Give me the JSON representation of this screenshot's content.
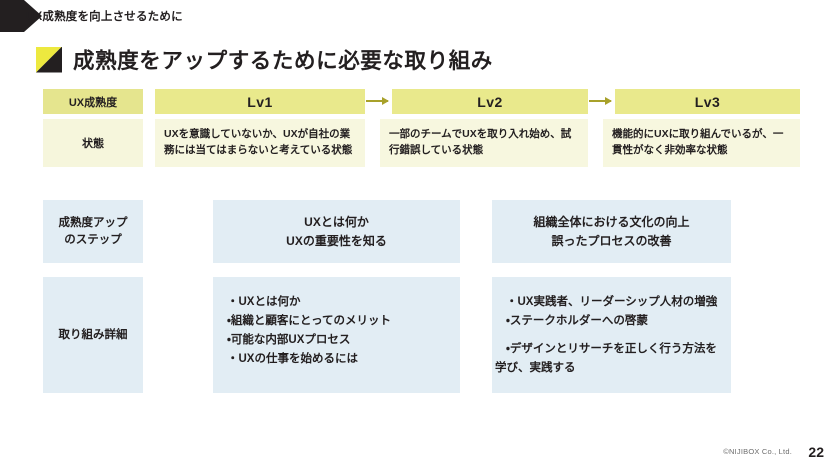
{
  "slide": {
    "eyebrow": "UX成熟度を向上させるために",
    "title": "成熟度をアップするために必要な取り組み",
    "copyright": "©NIJIBOX Co., Ltd.",
    "page_number": "22"
  },
  "row_labels": {
    "maturity": "UX成熟度",
    "state": "状態",
    "steps": "成熟度アップ\nのステップ",
    "steps_line1": "成熟度アップ",
    "steps_line2": "のステップ",
    "details": "取り組み詳細"
  },
  "levels": [
    {
      "header": "Lv1",
      "state": "UXを意識していないか、UXが自社の業務には当てはまらないと考えている状態"
    },
    {
      "header": "Lv2",
      "state": "一部のチームでUXを取り入れ始め、試行錯誤している状態"
    },
    {
      "header": "Lv3",
      "state": "機能的にUXに取り組んでいるが、一貫性がなく非効率な状態"
    }
  ],
  "steps": [
    {
      "line1": "UXとは何か",
      "line2": "UXの重要性を知る"
    },
    {
      "line1": "組織全体における文化の向上",
      "line2": "誤ったプロセスの改善"
    }
  ],
  "details": [
    {
      "items": [
        "・UXとは何か",
        "・組織と顧客にとってのメリット",
        "・可能な内部UXプロセス",
        "・UXの仕事を始めるには"
      ]
    },
    {
      "items": [
        "・UX実践者、リーダーシップ人材の増強",
        "・ステークホルダーへの啓蒙"
      ],
      "items2": [
        "・デザインとリサーチを正しく行う方法を",
        "学び、実践する"
      ]
    }
  ],
  "colors": {
    "yellow_header": "#e9e98c",
    "cream_body": "#f7f7df",
    "pale_blue": "#e2edf4",
    "accent_yellow": "#ede93f",
    "ink": "#231f20",
    "arrow": "#a8a12a"
  }
}
